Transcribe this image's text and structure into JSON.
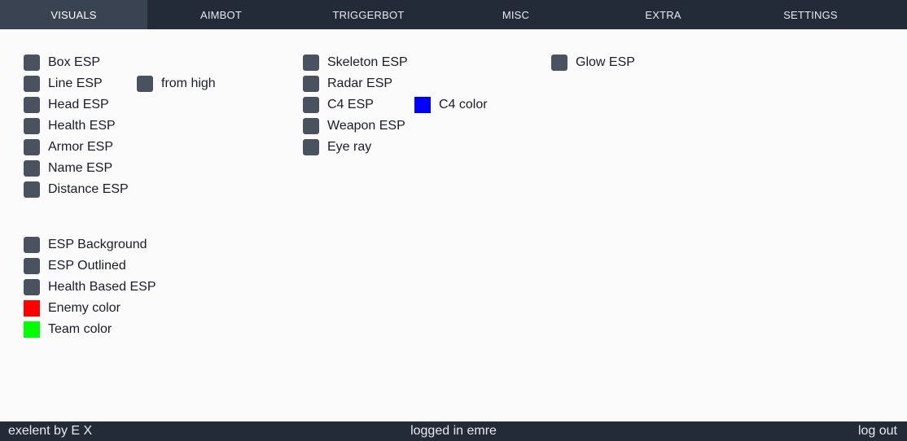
{
  "tabs": [
    {
      "label": "VISUALS",
      "active": true
    },
    {
      "label": "AIMBOT",
      "active": false
    },
    {
      "label": "TRIGGERBOT",
      "active": false
    },
    {
      "label": "MISC",
      "active": false
    },
    {
      "label": "EXTRA",
      "active": false
    },
    {
      "label": "SETTINGS",
      "active": false
    }
  ],
  "options": {
    "box_esp": "Box ESP",
    "line_esp": "Line ESP",
    "from_high": "from high",
    "head_esp": "Head ESP",
    "health_esp": "Health ESP",
    "armor_esp": "Armor ESP",
    "name_esp": "Name ESP",
    "distance_esp": "Distance ESP",
    "skeleton_esp": "Skeleton ESP",
    "radar_esp": "Radar ESP",
    "c4_esp": "C4 ESP",
    "c4_color": "C4 color",
    "weapon_esp": "Weapon ESP",
    "eye_ray": "Eye ray",
    "glow_esp": "Glow ESP",
    "esp_background": "ESP Background",
    "esp_outlined": "ESP Outlined",
    "health_based_esp": "Health Based ESP",
    "enemy_color": "Enemy color",
    "team_color": "Team color"
  },
  "colors": {
    "checkbox": "#4a525f",
    "c4": "#0000ff",
    "enemy": "#ff0000",
    "team": "#00ff00",
    "bar": "#232b38",
    "active_tab": "#3a4352"
  },
  "footer": {
    "credit": "exelent by E X",
    "status": "logged in emre",
    "logout": "log out"
  }
}
